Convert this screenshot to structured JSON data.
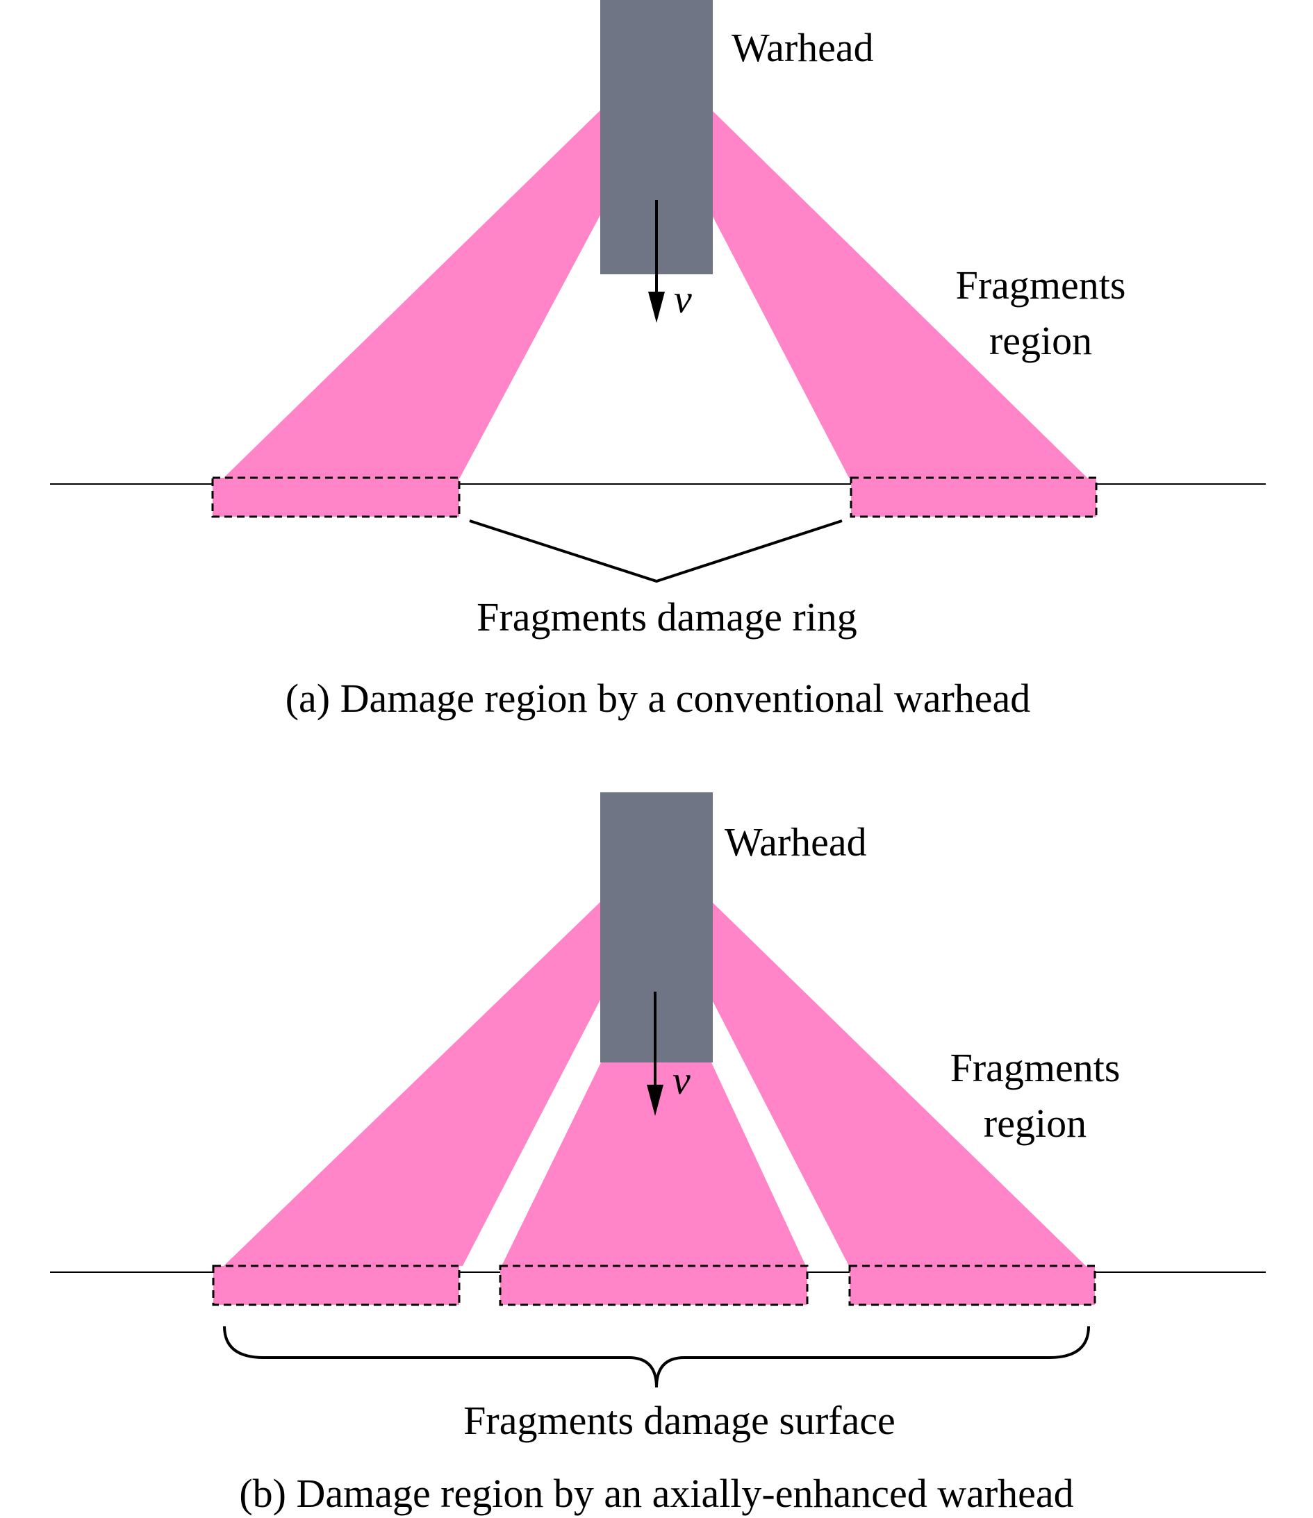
{
  "panel_a": {
    "warhead_label": "Warhead",
    "velocity_label": "v",
    "fragments_label_line1": "Fragments",
    "fragments_label_line2": "region",
    "damage_label": "Fragments damage ring",
    "caption": "(a) Damage region by a conventional warhead"
  },
  "panel_b": {
    "warhead_label": "Warhead",
    "velocity_label": "v",
    "fragments_label_line1": "Fragments",
    "fragments_label_line2": "region",
    "damage_label": "Fragments damage surface",
    "caption": "(b) Damage region by an axially-enhanced warhead"
  },
  "colors": {
    "fragments": "#ff85c8",
    "warhead": "#6f7585",
    "lines": "#000000"
  }
}
